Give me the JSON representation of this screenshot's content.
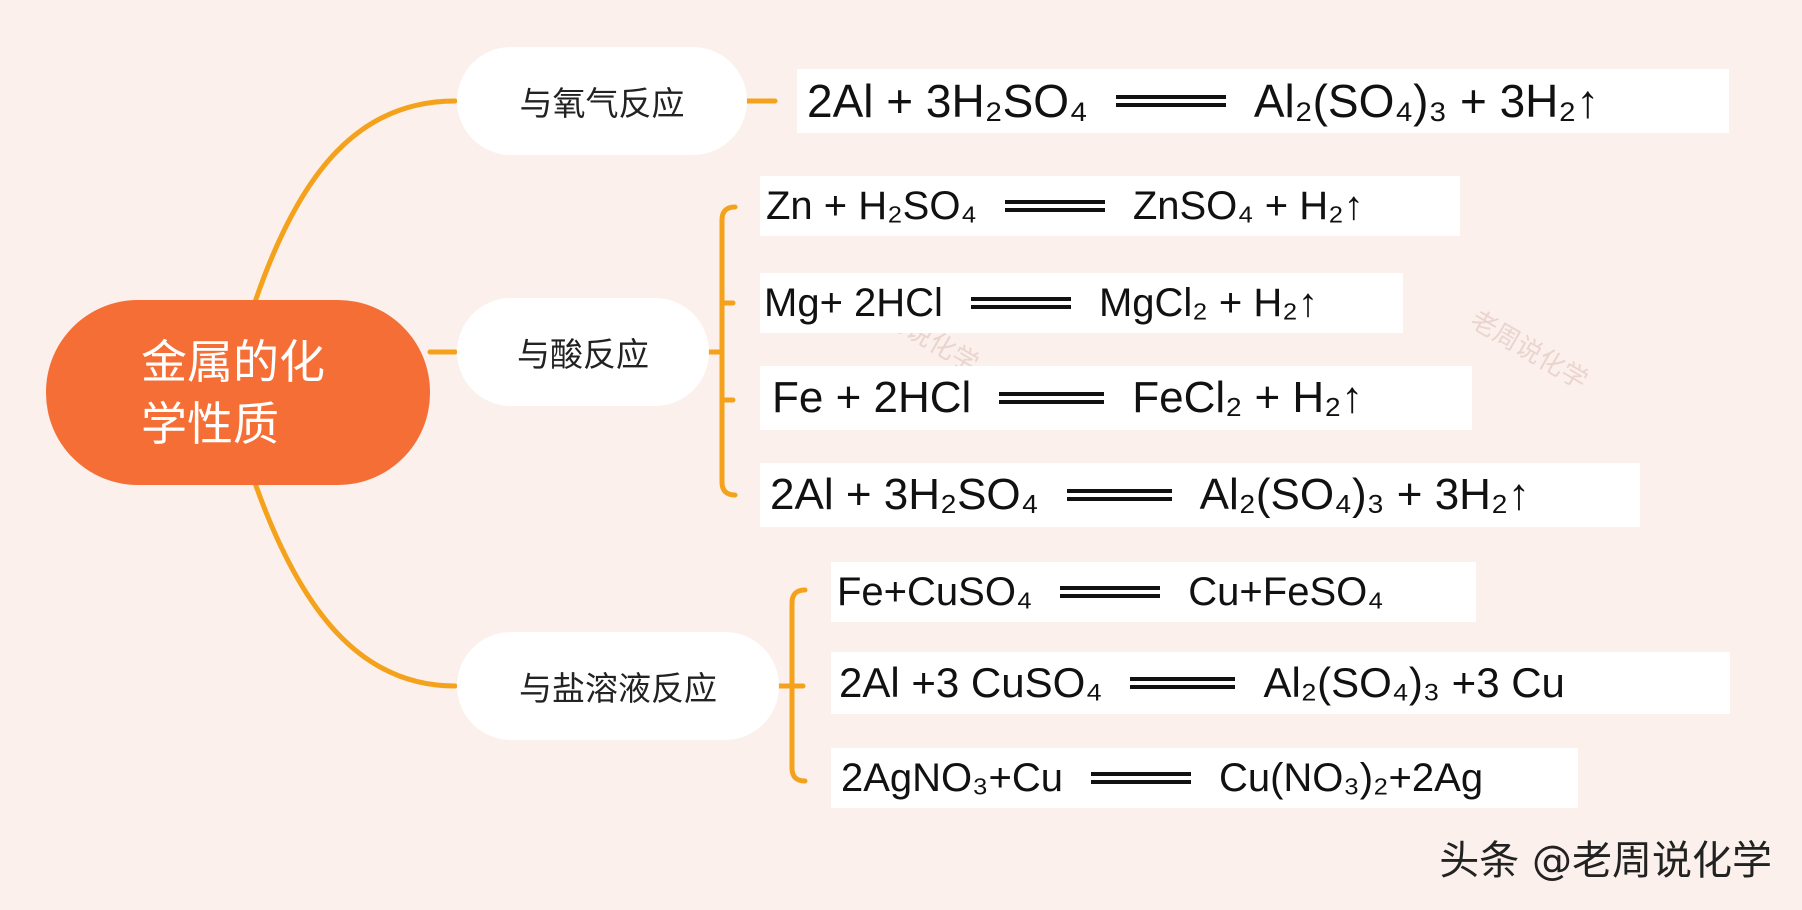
{
  "root": {
    "line1": "金属的化",
    "line2": "学性质"
  },
  "branches": [
    {
      "label": "与氧气反应",
      "equations": [
        {
          "lhs": "2Al + 3H₂SO₄",
          "rhs": "Al₂(SO₄)₃ + 3H₂↑"
        }
      ]
    },
    {
      "label": "与酸反应",
      "equations": [
        {
          "lhs": "Zn + H₂SO₄",
          "rhs": "ZnSO₄ + H₂↑"
        },
        {
          "lhs": "Mg+ 2HCl",
          "rhs": "MgCl₂ + H₂↑"
        },
        {
          "lhs": "Fe + 2HCl",
          "rhs": "FeCl₂ + H₂↑"
        },
        {
          "lhs": "2Al + 3H₂SO₄",
          "rhs": "Al₂(SO₄)₃ + 3H₂↑"
        }
      ]
    },
    {
      "label": "与盐溶液反应",
      "equations": [
        {
          "lhs": "Fe+CuSO₄",
          "rhs": "Cu+FeSO₄"
        },
        {
          "lhs": "2Al +3 CuSO₄",
          "rhs": "Al₂(SO₄)₃ +3 Cu"
        },
        {
          "lhs": "2AgNO₃+Cu",
          "rhs": "Cu(NO₃)₂+2Ag"
        }
      ]
    }
  ],
  "watermarks": [
    "老周说化学",
    "周说化学"
  ],
  "credit": "头条 @老周说化学",
  "colors": {
    "connector": "#f4a21c",
    "root_fill": "#f56e35",
    "background": "#fbf0ec"
  }
}
